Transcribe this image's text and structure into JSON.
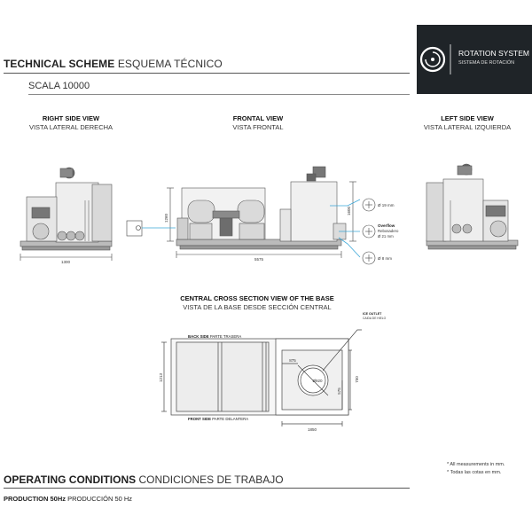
{
  "header": {
    "title_bold": "TECHNICAL SCHEME",
    "title_normal": "ESQUEMA TÉCNICO",
    "scale": "SCALA 10000"
  },
  "logo": {
    "icon": "rotation-disc-icon",
    "title": "ROTATION SYSTEM",
    "subtitle": "SISTEMA DE ROTACIÓN",
    "background": "#1f2428"
  },
  "views": {
    "right": {
      "title": "RIGHT SIDE VIEW",
      "subtitle": "VISTA LATERAL DERECHA",
      "width_dim": "1300"
    },
    "frontal": {
      "title": "FRONTAL VIEW",
      "subtitle": "VISTA FRONTAL",
      "length_dim": "5575",
      "height_left": "1260",
      "height_right": "1600"
    },
    "left": {
      "title": "LEFT SIDE VIEW",
      "subtitle": "VISTA LATERAL IZQUIERDA"
    }
  },
  "connections": {
    "top": "Ø 19 mm",
    "overflow_title": "Overflow",
    "overflow_sub": "Rebosadero",
    "overflow_dia": "Ø 21 mm",
    "bottom": "Ø 8 mm",
    "accent": "#3aa7d8"
  },
  "cross_section": {
    "title": "CENTRAL CROSS SECTION VIEW OF THE BASE",
    "subtitle": "VISTA DE LA BASE DESDE SECCIÓN CENTRAL",
    "back_bold": "BACK SIDE",
    "back_normal": "PARTE TRASERA",
    "front_bold": "FRONT SIDE",
    "front_normal": "PARTE DELANTERA",
    "ice_outlet": "ICE OUTLET",
    "ice_outlet_sub": "CAIDA DE HIELO",
    "dim_height": "1213",
    "dim_875": "875",
    "dim_circle": "Ø920",
    "dim_575": "575",
    "dim_750": "750",
    "dim_1850": "1850"
  },
  "footer": {
    "title_bold": "OPERATING CONDITIONS",
    "title_normal": "CONDICIONES DE TRABAJO",
    "production_bold": "PRODUCTION 50Hz",
    "production_normal": "PRODUCCIÓN 50 Hz",
    "note_en": "* All measurements in mm.",
    "note_es": "* Todas las cotas en mm."
  }
}
